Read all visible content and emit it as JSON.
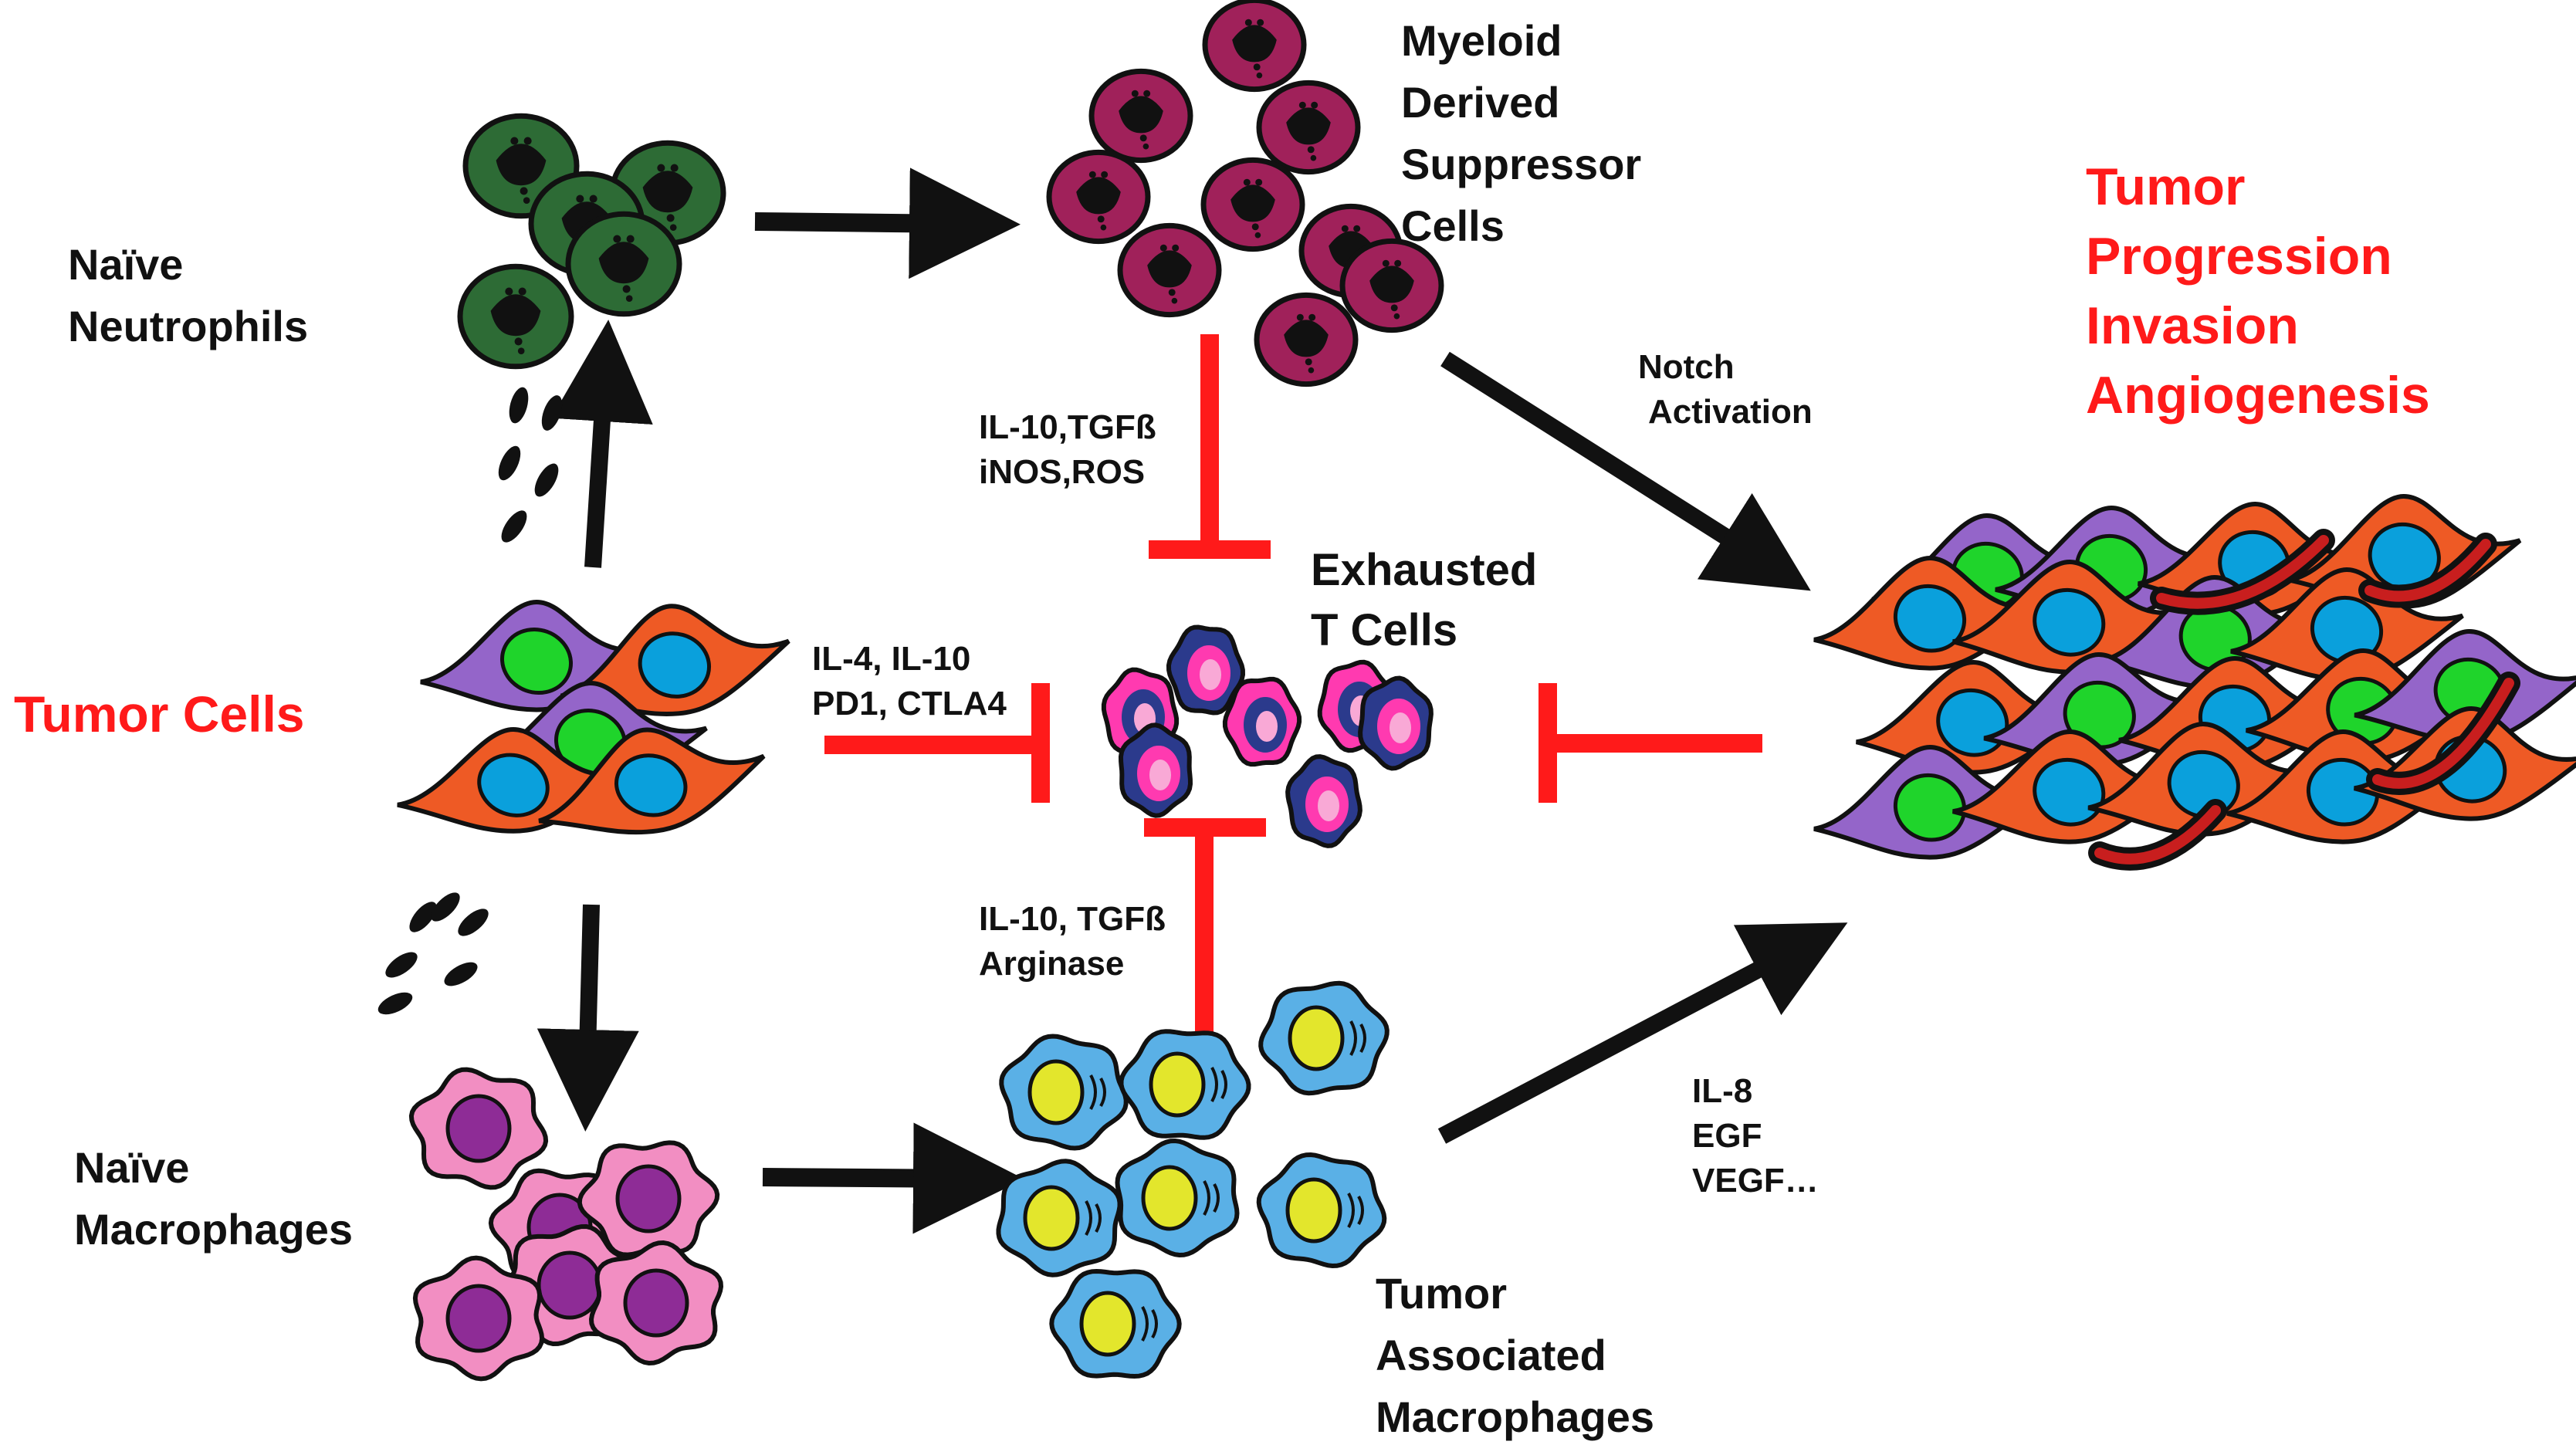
{
  "colors": {
    "black": "#111111",
    "red": "#ff1a1a",
    "red_text": "#ff1a1a",
    "neutrophil": "#2d6b35",
    "mdsc": "#a0215a",
    "macrophage_body": "#f28ec2",
    "macrophage_nucleus": "#8e2c96",
    "tam_body": "#5ab0e6",
    "tam_nucleus": "#e3e62c",
    "tumor_orange": "#ee5a25",
    "tumor_purple": "#9465c9",
    "nucleus_blue": "#0aa0dc",
    "nucleus_green": "#1fd42b",
    "tcell_outer": "#2b3a8c",
    "tcell_mid": "#ff3ab0",
    "tcell_inner": "#f9a9d6"
  },
  "labels": {
    "naive_neutrophils": [
      "Naïve",
      "Neutrophils"
    ],
    "mdsc": [
      "Myeloid",
      "Derived",
      "Suppressor",
      "Cells"
    ],
    "outcomes": [
      "Tumor",
      "Progression",
      "Invasion",
      "Angiogenesis"
    ],
    "notch": [
      "Notch",
      "Activation"
    ],
    "mdsc_factors": [
      "IL-10,TGFß",
      "iNOS,ROS"
    ],
    "exhausted": [
      "Exhausted",
      "T Cells"
    ],
    "tumor_cells": "Tumor Cells",
    "tumor_factors": [
      "IL-4, IL-10",
      "PD1, CTLA4"
    ],
    "tam_factors": [
      "IL-10, TGFß",
      "Arginase"
    ],
    "growth_factors": [
      "IL-8",
      "EGF",
      "VEGF…"
    ],
    "naive_macrophages": [
      "Naïve",
      "Macrophages"
    ],
    "tam": [
      "Tumor",
      "Associated",
      "Macrophages"
    ]
  }
}
